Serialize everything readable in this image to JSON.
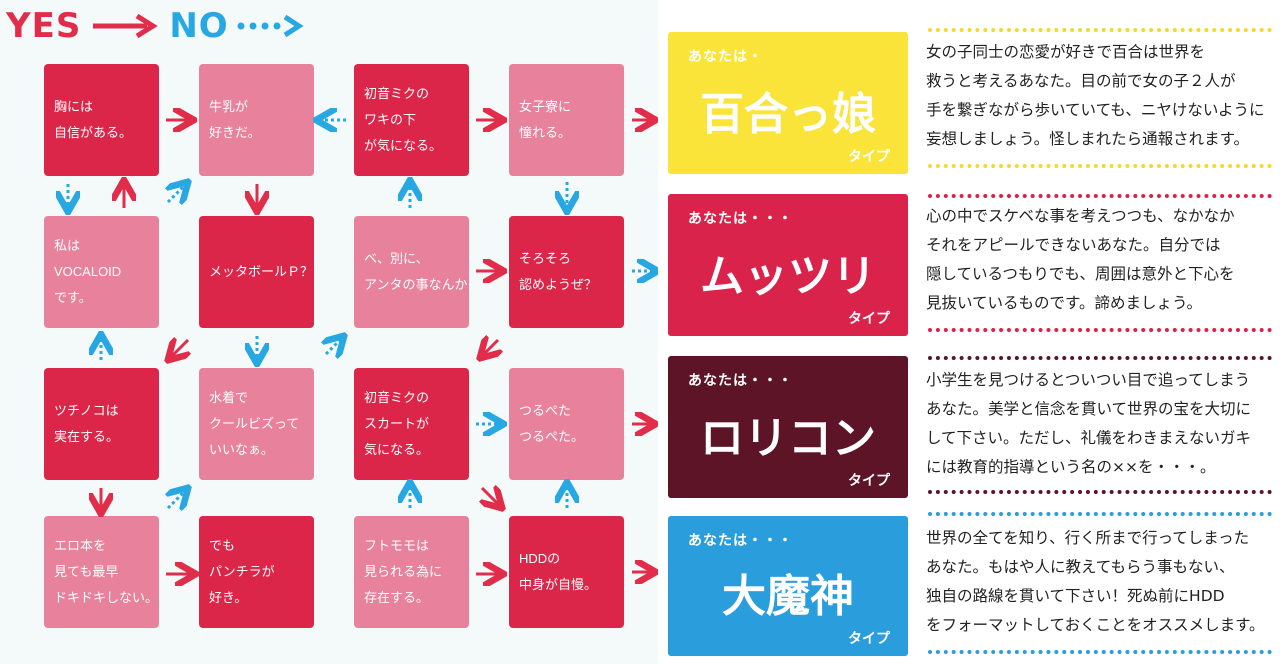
{
  "header": {
    "yes": "YES",
    "no": "NO"
  },
  "questions": [
    {
      "id": "q1",
      "lines": [
        "胸には",
        "自信がある。"
      ]
    },
    {
      "id": "q2",
      "lines": [
        "牛乳が",
        "好きだ。"
      ]
    },
    {
      "id": "q3",
      "lines": [
        "初音ミクの",
        "ワキの下",
        "が気になる。"
      ]
    },
    {
      "id": "q4",
      "lines": [
        "女子寮に",
        "憧れる。"
      ]
    },
    {
      "id": "q5",
      "lines": [
        "私は",
        "VOCALOID",
        "です。"
      ]
    },
    {
      "id": "q6",
      "lines": [
        "メッタボールＰ？"
      ]
    },
    {
      "id": "q7",
      "lines": [
        "ベ、別に、",
        "アンタの事なんか！"
      ]
    },
    {
      "id": "q8",
      "lines": [
        "そろそろ",
        "認めようぜ？"
      ]
    },
    {
      "id": "q9",
      "lines": [
        "ツチノコは",
        "実在する。"
      ]
    },
    {
      "id": "q10",
      "lines": [
        "水着で",
        "クールビズって",
        "いいなぁ。"
      ]
    },
    {
      "id": "q11",
      "lines": [
        "初音ミクの",
        "スカートが",
        "気になる。"
      ]
    },
    {
      "id": "q12",
      "lines": [
        "つるぺた",
        "つるぺた。"
      ]
    },
    {
      "id": "q13",
      "lines": [
        "エロ本を",
        "見ても最早",
        "ドキドキしない。"
      ]
    },
    {
      "id": "q14",
      "lines": [
        "でも",
        "パンチラが",
        "好き。"
      ]
    },
    {
      "id": "q15",
      "lines": [
        "フトモモは",
        "見られる為に",
        "存在する。"
      ]
    },
    {
      "id": "q16",
      "lines": [
        "HDDの",
        "中身が自慢。"
      ]
    }
  ],
  "results": [
    {
      "head": "あなたは・",
      "name": "百合っ娘",
      "tail": "タイプ",
      "color": "#fbe43a",
      "desc": [
        "女の子同士の恋愛が好きで百合は世界を",
        "救うと考えるあなた。目の前で女の子２人が",
        "手を繋ぎながら歩いていても、ニヤけないように",
        "妄想しましょう。怪しまれたら通報されます。"
      ],
      "dot": "#f4d830"
    },
    {
      "head": "あなたは・・・",
      "name": "ムッツリ",
      "tail": "タイプ",
      "color": "#d9234a",
      "desc": [
        "心の中でスケベな事を考えつつも、なかなか",
        "それをアピールできないあなた。自分では",
        "隠しているつもりでも、周囲は意外と下心を",
        "見抜いているものです。諦めましょう。"
      ],
      "dot": "#d9234a"
    },
    {
      "head": "あなたは・・・",
      "name": "ロリコン",
      "tail": "タイプ",
      "color": "#5c1426",
      "desc": [
        "小学生を見つけるとついつい目で追ってしまう",
        "あなた。美学と信念を貫いて世界の宝を大切に",
        "して下さい。ただし、礼儀をわきまえないガキ",
        "には教育的指導という名の××を・・・。"
      ],
      "dot": "#5c1426"
    },
    {
      "head": "あなたは・・・",
      "name": "大魔神",
      "tail": "タイプ",
      "color": "#2a9ddd",
      "desc": [
        "世界の全てを知り、行く所まで行ってしまった",
        "あなた。もはや人に教えてもらう事もない、",
        "独自の路線を貫いて下さい！死ぬ前にHDD",
        "をフォーマットしておくことをオススメします。"
      ],
      "dot": "#2a9ddd"
    }
  ],
  "colors": {
    "yes": "#e12d4a",
    "no": "#27a8e2",
    "red_box": "#dc2649",
    "pink_box": "#e8819b"
  }
}
